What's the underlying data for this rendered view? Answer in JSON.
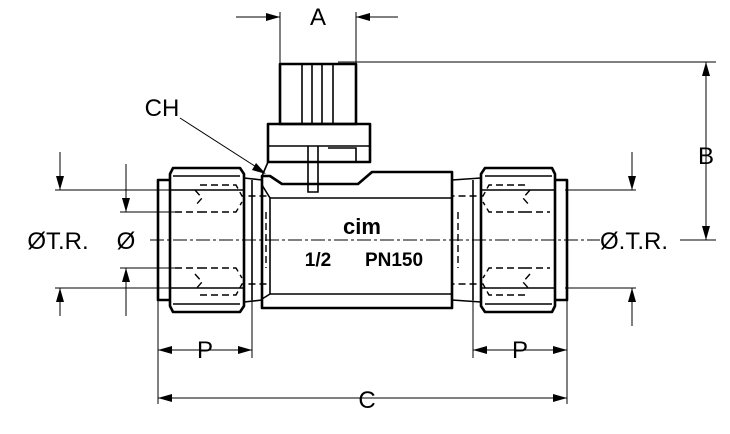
{
  "diagram": {
    "labels": {
      "a": "A",
      "b": "B",
      "c": "C",
      "ch": "CH",
      "p_left": "P",
      "p_right": "P",
      "otr_left": "ØT.R.",
      "o_inner": "Ø",
      "otr_right": "Ø.T.R."
    },
    "body_marking": {
      "logo": "cim",
      "size": "1/2",
      "pressure": "PN150"
    }
  }
}
